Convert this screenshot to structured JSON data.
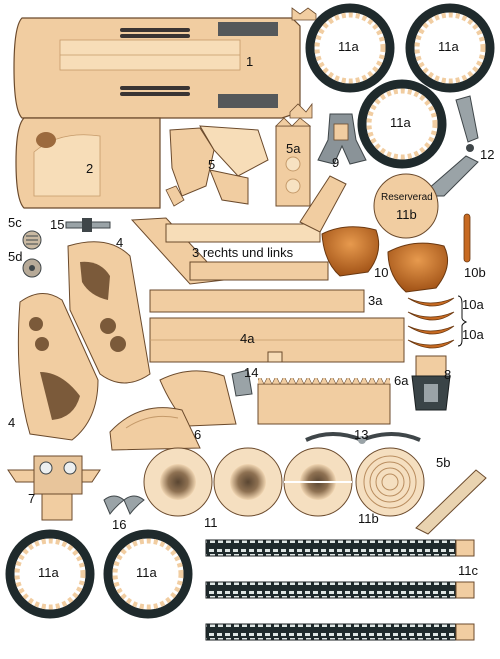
{
  "colors": {
    "paper": "#f1cda1",
    "paper_dark": "#d9aa79",
    "outline": "#6b4a2c",
    "tread": "#1f2a2c",
    "tread_light": "#eef3f1",
    "orange": "#c76a22",
    "chrome": "#9aa3a7"
  },
  "labels": {
    "p1": "1",
    "p2": "2",
    "p3": "3 rechts und links",
    "p3a": "3a",
    "p4_top": "4",
    "p4_bottom": "4",
    "p4a": "4a",
    "p5": "5",
    "p5a": "5a",
    "p5b": "5b",
    "p5c": "5c",
    "p5d": "5d",
    "p6": "6",
    "p6a": "6a",
    "p7": "7",
    "p8": "8",
    "p9": "9",
    "p10": "10",
    "p10a_1": "10a",
    "p10a_2": "10a",
    "p10b": "10b",
    "p11": "11",
    "p11a_1": "11a",
    "p11a_2": "11a",
    "p11a_3": "11a",
    "p11a_4": "11a",
    "p11a_5": "11a",
    "p11b": "11b",
    "p11b_wheel": "11b",
    "p11c": "11c",
    "p12": "12",
    "p13": "13",
    "p14": "14",
    "p15": "15",
    "p16": "16",
    "spare_text": "Reserverad"
  },
  "parts": [
    {
      "id": "1",
      "name": "body-upper-panel"
    },
    {
      "id": "2",
      "name": "body-lower-panel"
    },
    {
      "id": "3",
      "name": "side-strips"
    },
    {
      "id": "3a",
      "name": "floor-strip"
    },
    {
      "id": "4",
      "name": "side-fairings"
    },
    {
      "id": "4a",
      "name": "chassis-strip"
    },
    {
      "id": "5",
      "name": "fork-parts"
    },
    {
      "id": "6",
      "name": "fenders"
    },
    {
      "id": "7",
      "name": "handlebar-headlights"
    },
    {
      "id": "8",
      "name": "stand"
    },
    {
      "id": "9",
      "name": "fork-clip"
    },
    {
      "id": "10",
      "name": "saddles"
    },
    {
      "id": "11",
      "name": "wheel-discs"
    },
    {
      "id": "11a",
      "name": "tires"
    },
    {
      "id": "11b",
      "name": "spare-wheel"
    },
    {
      "id": "11c",
      "name": "tread-strips"
    },
    {
      "id": "12",
      "name": "kickstand"
    },
    {
      "id": "13",
      "name": "handlebar"
    },
    {
      "id": "14",
      "name": "clip"
    },
    {
      "id": "15",
      "name": "axle"
    },
    {
      "id": "16",
      "name": "mirror"
    }
  ]
}
